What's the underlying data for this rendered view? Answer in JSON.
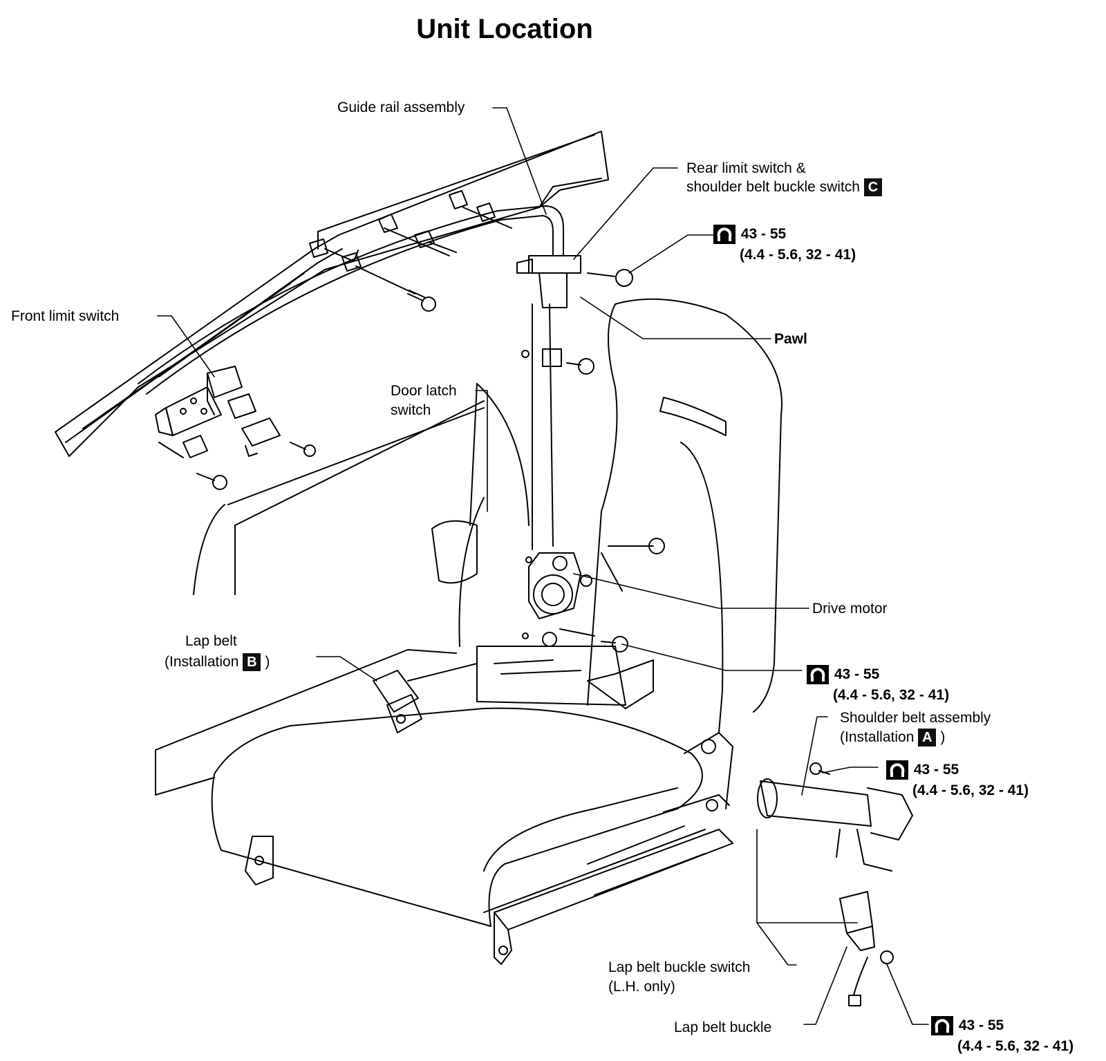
{
  "title": "Unit Location",
  "labels": {
    "guide_rail": "Guide rail assembly",
    "rear_limit_line1": "Rear limit switch &",
    "rear_limit_line2": "shoulder belt buckle switch",
    "rear_limit_marker": "C",
    "front_limit": "Front limit switch",
    "door_latch_line1": "Door latch",
    "door_latch_line2": "switch",
    "pawl": "Pawl",
    "drive_motor": "Drive motor",
    "lap_belt_line1": "Lap belt",
    "lap_belt_line2_prefix": "(Installation",
    "lap_belt_marker": "B",
    "lap_belt_line2_suffix": ")",
    "shoulder_belt_line1": "Shoulder belt assembly",
    "shoulder_belt_line2_prefix": "(Installation",
    "shoulder_belt_marker": "A",
    "shoulder_belt_line2_suffix": ")",
    "lap_buckle_switch_line1": "Lap belt buckle switch",
    "lap_buckle_switch_line2": "(L.H. only)",
    "lap_buckle": "Lap belt buckle"
  },
  "torque_specs": [
    {
      "value": "43 - 55",
      "units": "(4.4 - 5.6, 32 - 41)"
    },
    {
      "value": "43 - 55",
      "units": "(4.4 - 5.6, 32 - 41)"
    },
    {
      "value": "43 - 55",
      "units": "(4.4 - 5.6, 32 - 41)"
    },
    {
      "value": "43 - 55",
      "units": "(4.4 - 5.6, 32 - 41)"
    }
  ],
  "icons": {
    "torque": "torque-wrench-icon"
  }
}
